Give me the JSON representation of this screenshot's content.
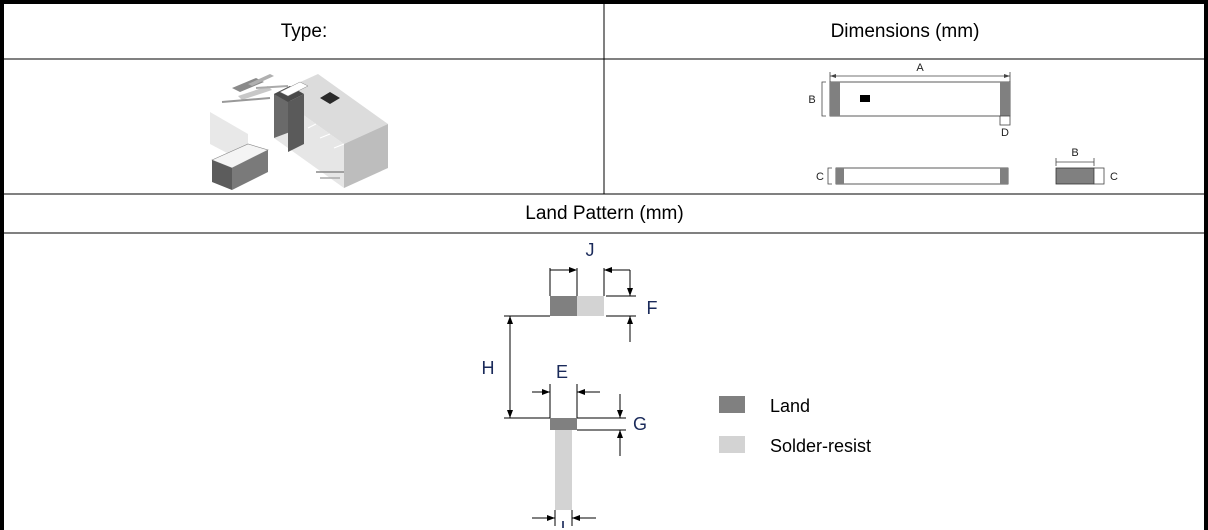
{
  "table": {
    "header_type": "Type:",
    "header_dimensions": "Dimensions (mm)",
    "land_pattern_title": "Land Pattern (mm)"
  },
  "dimension_labels": {
    "a": "A",
    "b_side": "B",
    "d": "D",
    "c_left": "C",
    "b_end": "B",
    "c_right": "C"
  },
  "land_pattern": {
    "labels": {
      "j": "J",
      "f": "F",
      "h": "H",
      "e": "E",
      "g": "G",
      "i": "I"
    },
    "legend": [
      {
        "label": "Land",
        "color": "#808080"
      },
      {
        "label": "Solder-resist",
        "color": "#d3d3d3"
      }
    ]
  },
  "colors": {
    "border": "#000000",
    "land": "#808080",
    "solder_resist": "#d3d3d3",
    "label_text": "#1a2a5a"
  }
}
